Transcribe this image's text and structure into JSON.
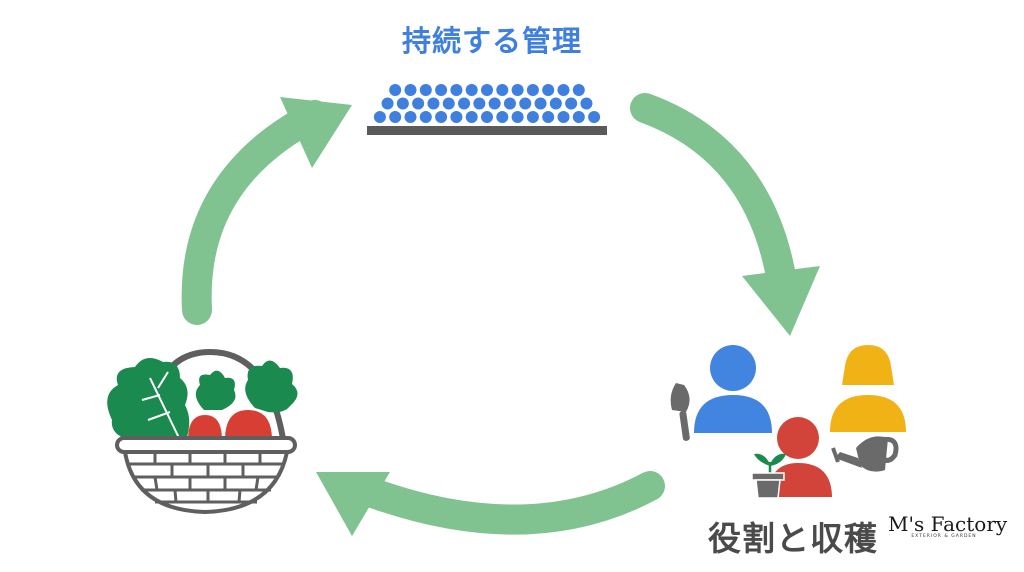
{
  "diagram": {
    "type": "cycle",
    "title_top": "持続する管理",
    "title_bottom": "役割と収穫",
    "logo": {
      "name": "M's Factory",
      "tagline": "EXTERIOR & GARDEN"
    },
    "nodes": [
      {
        "id": "management",
        "label": "持続する管理",
        "icon": "dots-stack-icon",
        "dot_rows": [
          13,
          14,
          15
        ]
      },
      {
        "id": "roles",
        "label": "役割と収穫",
        "icon": "people-group-icon",
        "people": [
          "blue-person",
          "yellow-person",
          "red-person"
        ],
        "tools": [
          "trowel",
          "seedling-pot",
          "watering-can"
        ]
      },
      {
        "id": "harvest",
        "label": "",
        "icon": "vegetable-basket-icon",
        "contents": [
          "leafy-greens",
          "radish",
          "radish"
        ]
      }
    ],
    "arrows": [
      {
        "from": "harvest",
        "to": "management",
        "direction": "clockwise"
      },
      {
        "from": "management",
        "to": "roles",
        "direction": "clockwise"
      },
      {
        "from": "roles",
        "to": "harvest",
        "direction": "clockwise"
      }
    ],
    "colors": {
      "title": "#3f7fde",
      "dots": "#3f7fde",
      "base_bar": "#5a5a5a",
      "arrow": "#80c391",
      "person_blue": "#4285e0",
      "person_yellow": "#f0b215",
      "person_red": "#d2433a",
      "tool_gray": "#6a6a6a",
      "leaf_green": "#1b8a4f",
      "radish_red": "#d83f34",
      "basket_gray": "#5f5f5f",
      "label_dark": "#4a4a4a"
    }
  }
}
